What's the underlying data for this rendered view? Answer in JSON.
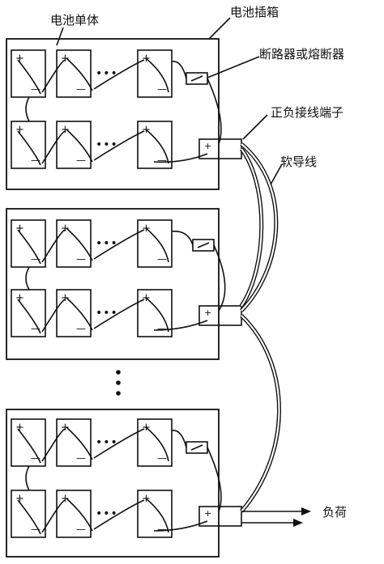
{
  "labels": {
    "battery_cell": "电池单体",
    "battery_box": "电池插箱",
    "breaker": "断路器或熔断器",
    "terminal": "正负接线端子",
    "soft_wire": "软导线",
    "load": "负荷"
  },
  "symbols": {
    "plus": "+",
    "minus": "—",
    "dots": "•••"
  }
}
